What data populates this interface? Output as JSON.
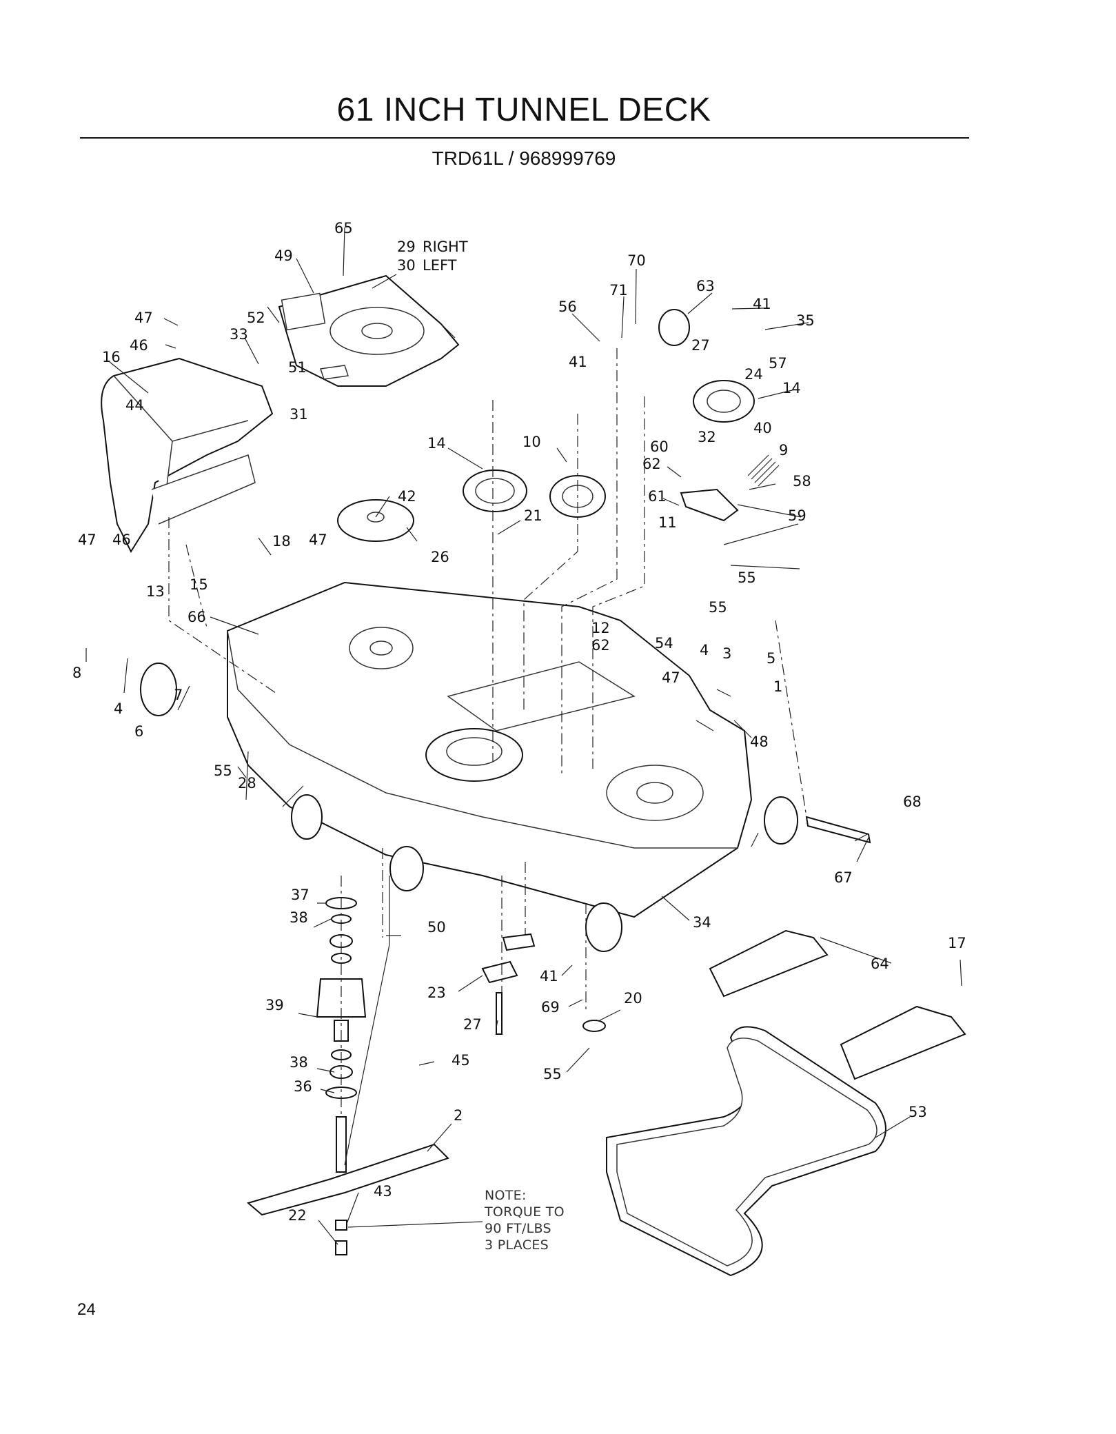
{
  "page": {
    "title": "61 INCH TUNNEL DECK",
    "subtitle": "TRD61L / 968999769",
    "page_number": "24"
  },
  "note": {
    "line1": "NOTE:",
    "line2": "TORQUE TO",
    "line3": "90 FT/LBS",
    "line4": "3 PLACES"
  },
  "side_labels": {
    "right": "RIGHT",
    "left": "LEFT"
  },
  "callouts": [
    "65",
    "49",
    "29",
    "30",
    "70",
    "71",
    "63",
    "41",
    "35",
    "56",
    "52",
    "47",
    "46",
    "33",
    "51",
    "27",
    "57",
    "24",
    "16",
    "14",
    "41",
    "44",
    "31",
    "32",
    "40",
    "9",
    "14",
    "10",
    "60",
    "62",
    "58",
    "61",
    "42",
    "21",
    "11",
    "59",
    "47",
    "46",
    "18",
    "26",
    "47",
    "13",
    "15",
    "55",
    "66",
    "55",
    "12",
    "62",
    "8",
    "54",
    "4",
    "3",
    "5",
    "1",
    "4",
    "7",
    "6",
    "47",
    "48",
    "55",
    "28",
    "68",
    "67",
    "37",
    "50",
    "34",
    "38",
    "17",
    "64",
    "41",
    "23",
    "69",
    "20",
    "27",
    "39",
    "45",
    "38",
    "55",
    "36",
    "53",
    "2",
    "43",
    "22"
  ]
}
